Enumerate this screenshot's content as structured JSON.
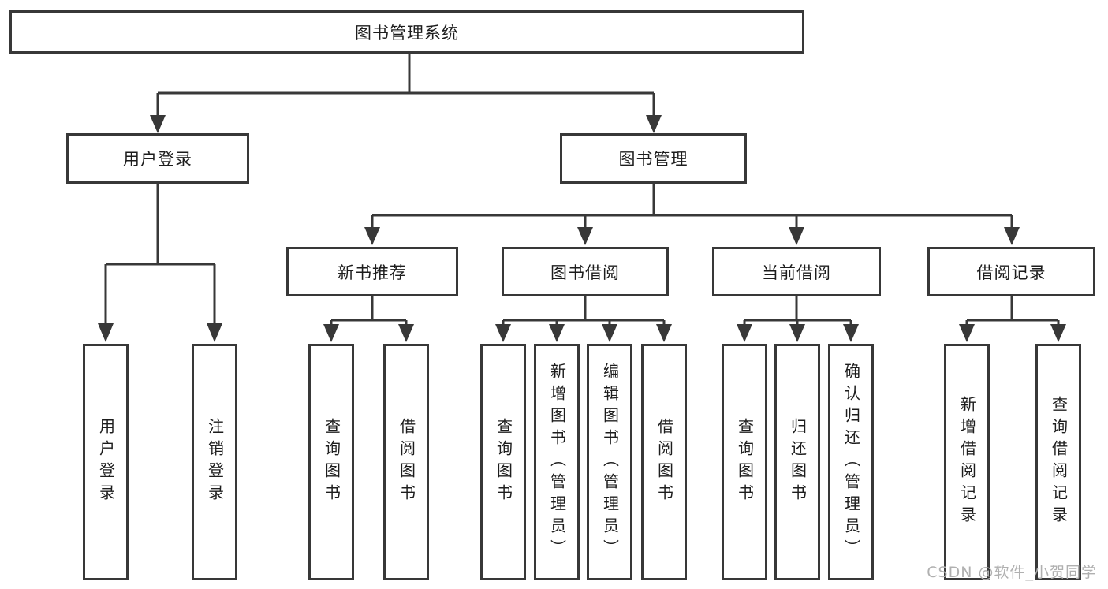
{
  "colors": {
    "line": "#383838",
    "ink": "#1d1d1d",
    "watermark": "#b0b0b0",
    "paper": "#ffffff"
  },
  "tree": {
    "id": "library-management-system",
    "label": "图书管理系统",
    "children": [
      {
        "id": "user-login",
        "label": "用户登录",
        "children": [
          {
            "id": "user-login-action",
            "label": "用户登录"
          },
          {
            "id": "logout-action",
            "label": "注销登录"
          }
        ]
      },
      {
        "id": "book-management",
        "label": "图书管理",
        "children": [
          {
            "id": "new-book-recommend",
            "label": "新书推荐",
            "children": [
              {
                "id": "query-books",
                "label": "查询图书"
              },
              {
                "id": "borrow-books",
                "label": "借阅图书"
              }
            ]
          },
          {
            "id": "book-borrowing",
            "label": "图书借阅",
            "children": [
              {
                "id": "query-books",
                "label": "查询图书"
              },
              {
                "id": "add-books-admin",
                "label": "新增图书（管理员）"
              },
              {
                "id": "edit-books-admin",
                "label": "编辑图书（管理员）"
              },
              {
                "id": "borrow-books",
                "label": "借阅图书"
              }
            ]
          },
          {
            "id": "current-borrowing",
            "label": "当前借阅",
            "children": [
              {
                "id": "query-books",
                "label": "查询图书"
              },
              {
                "id": "return-books",
                "label": "归还图书"
              },
              {
                "id": "confirm-return-admin",
                "label": "确认归还（管理员）"
              }
            ]
          },
          {
            "id": "borrowing-records",
            "label": "借阅记录",
            "children": [
              {
                "id": "add-borrow-record",
                "label": "新增借阅记录"
              },
              {
                "id": "query-borrow-record",
                "label": "查询借阅记录"
              }
            ]
          }
        ]
      }
    ]
  },
  "watermark": {
    "text": "CSDN @软件_小贺同学"
  }
}
